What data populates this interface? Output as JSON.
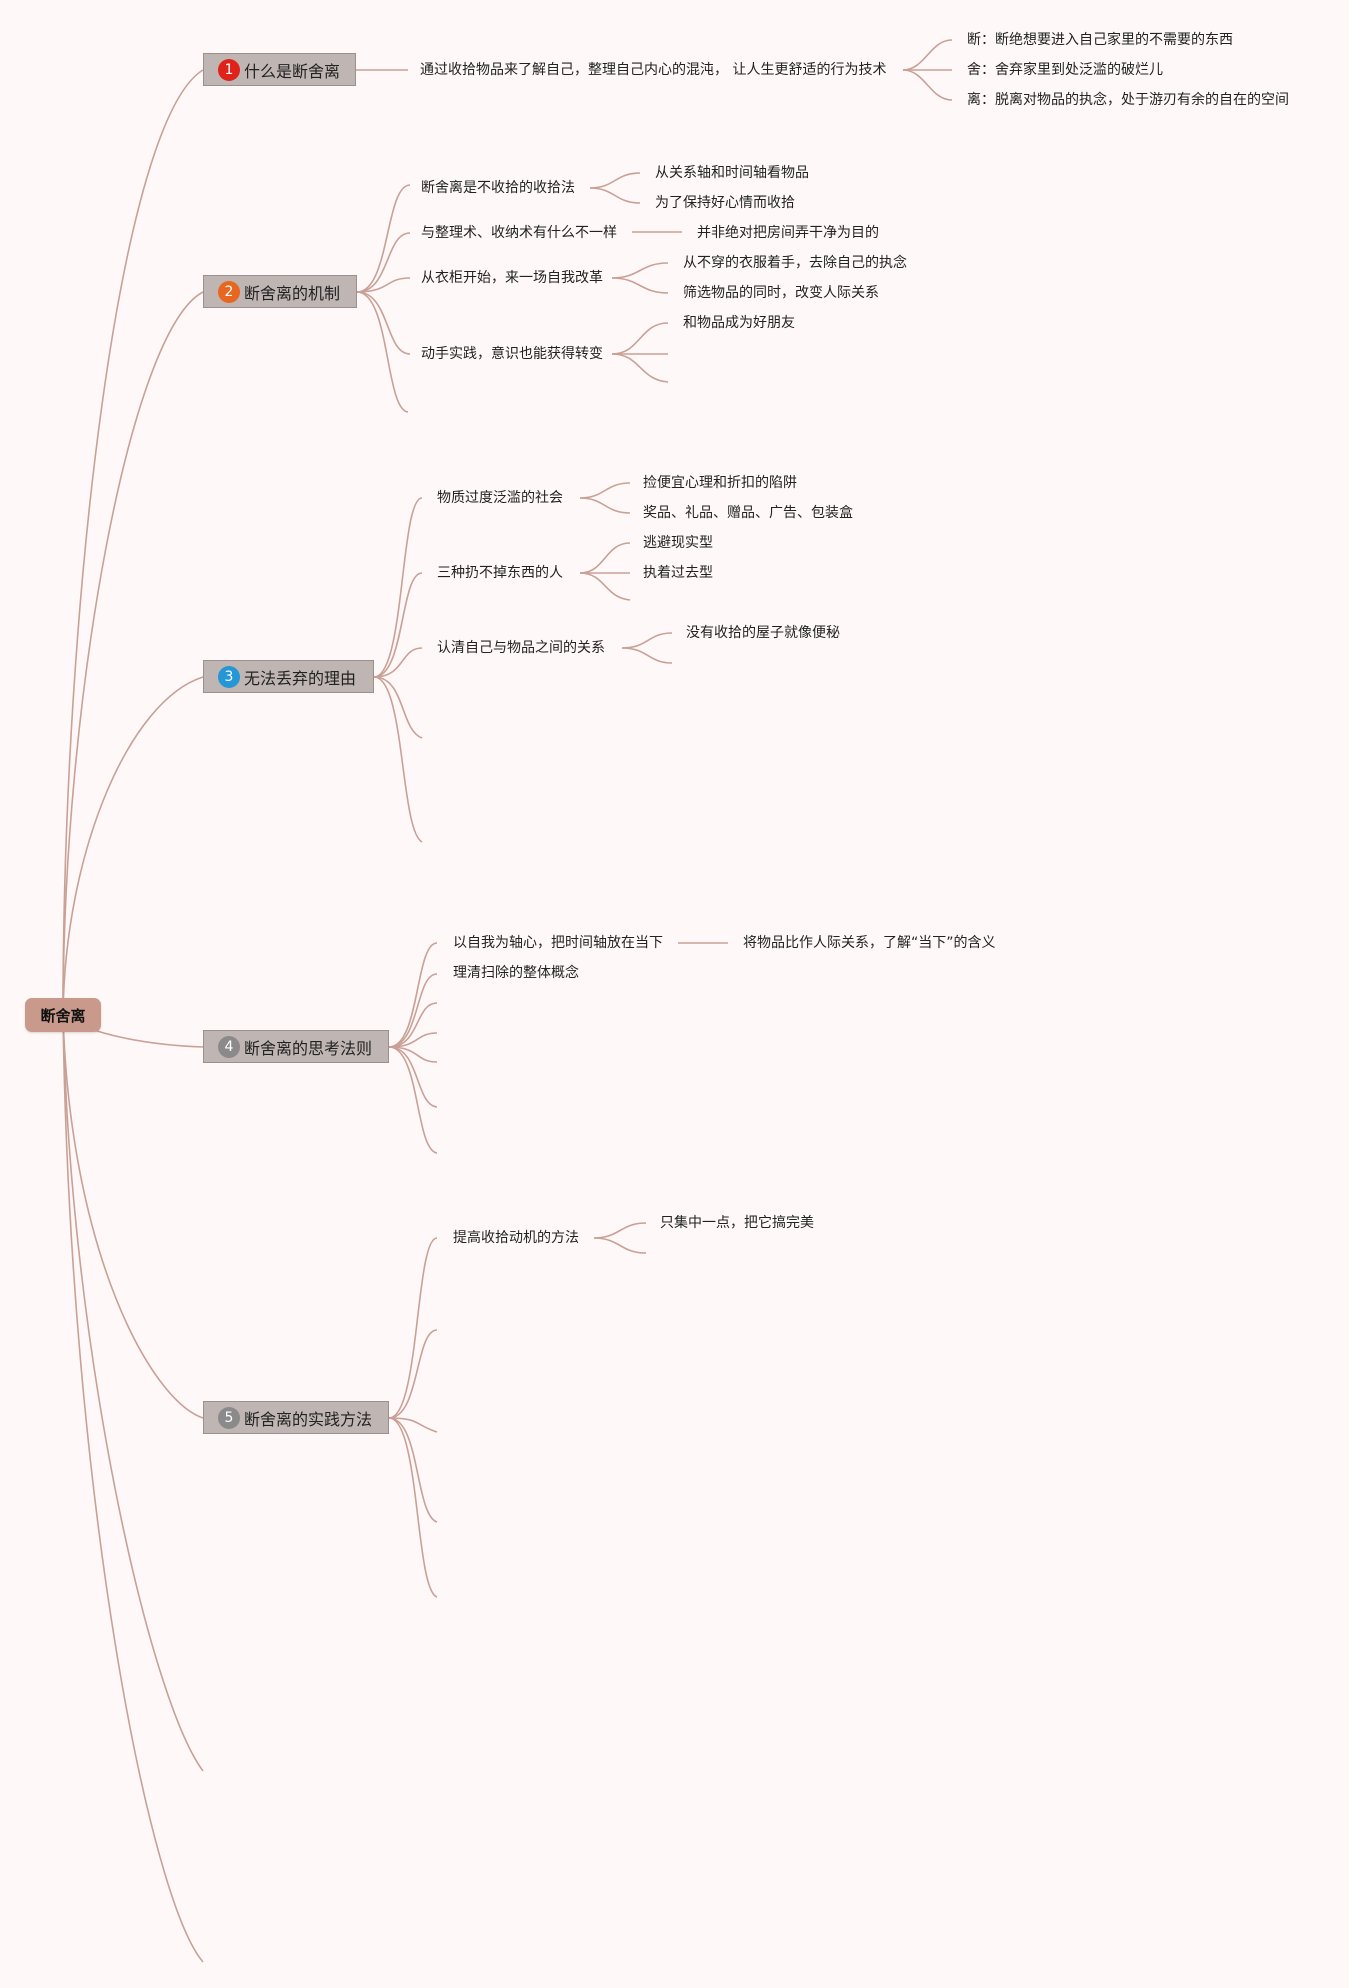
{
  "root": {
    "label": "断舍离"
  },
  "topics": [
    {
      "number": "1",
      "badge_color": "#e0231a",
      "label": "什么是断舍离",
      "subtopics": [
        {
          "label": "通过收拾物品来了解自己，整理自己内心的混沌， 让人生更舒适的行为技术",
          "children": [
            "断：断绝想要进入自己家里的不需要的东西",
            "舍：舍弃家里到处泛滥的破烂儿",
            "离：脱离对物品的执念，处于游刃有余的自在的空间"
          ]
        }
      ]
    },
    {
      "number": "2",
      "badge_color": "#e8661f",
      "label": "断舍离的机制",
      "subtopics": [
        {
          "label": "断舍离是不收拾的收拾法",
          "children": [
            "从关系轴和时间轴看物品",
            "为了保持好心情而收拾"
          ]
        },
        {
          "label": "与整理术、收纳术有什么不一样",
          "children": [
            "并非绝对把房间弄干净为目的"
          ]
        },
        {
          "label": "从衣柜开始，来一场自我改革",
          "children": [
            "从不穿的衣服着手，去除自己的执念",
            "筛选物品的同时，改变人际关系"
          ]
        },
        {
          "label": "动手实践，意识也能获得转变",
          "children": [
            "和物品成为好朋友"
          ]
        }
      ]
    },
    {
      "number": "3",
      "badge_color": "#2596d6",
      "label": "无法丢弃的理由",
      "subtopics": [
        {
          "label": "物质过度泛滥的社会",
          "children": [
            "捡便宜心理和折扣的陷阱",
            "奖品、礼品、赠品、广告、包装盒"
          ]
        },
        {
          "label": "三种扔不掉东西的人",
          "children": [
            "逃避现实型",
            "执着过去型"
          ]
        },
        {
          "label": "认清自己与物品之间的关系",
          "children": [
            "没有收拾的屋子就像便秘"
          ]
        }
      ]
    },
    {
      "number": "4",
      "badge_color": "#8a8a8a",
      "label": "断舍离的思考法则",
      "subtopics": [
        {
          "label": "以自我为轴心，把时间轴放在当下",
          "children": [
            "将物品比作人际关系，了解“当下”的含义"
          ]
        },
        {
          "label": "理清扫除的整体概念",
          "children": []
        }
      ]
    },
    {
      "number": "5",
      "badge_color": "#8a8a8a",
      "label": "断舍离的实践方法",
      "subtopics": [
        {
          "label": "提高收拾动机的方法",
          "children": [
            "只集中一点，把它搞完美"
          ]
        }
      ]
    }
  ],
  "colors": {
    "background": "#fef9f8",
    "line": "#c9a096",
    "root_fill": "#c99a8c",
    "topic_fill": "#bfb5b2"
  }
}
